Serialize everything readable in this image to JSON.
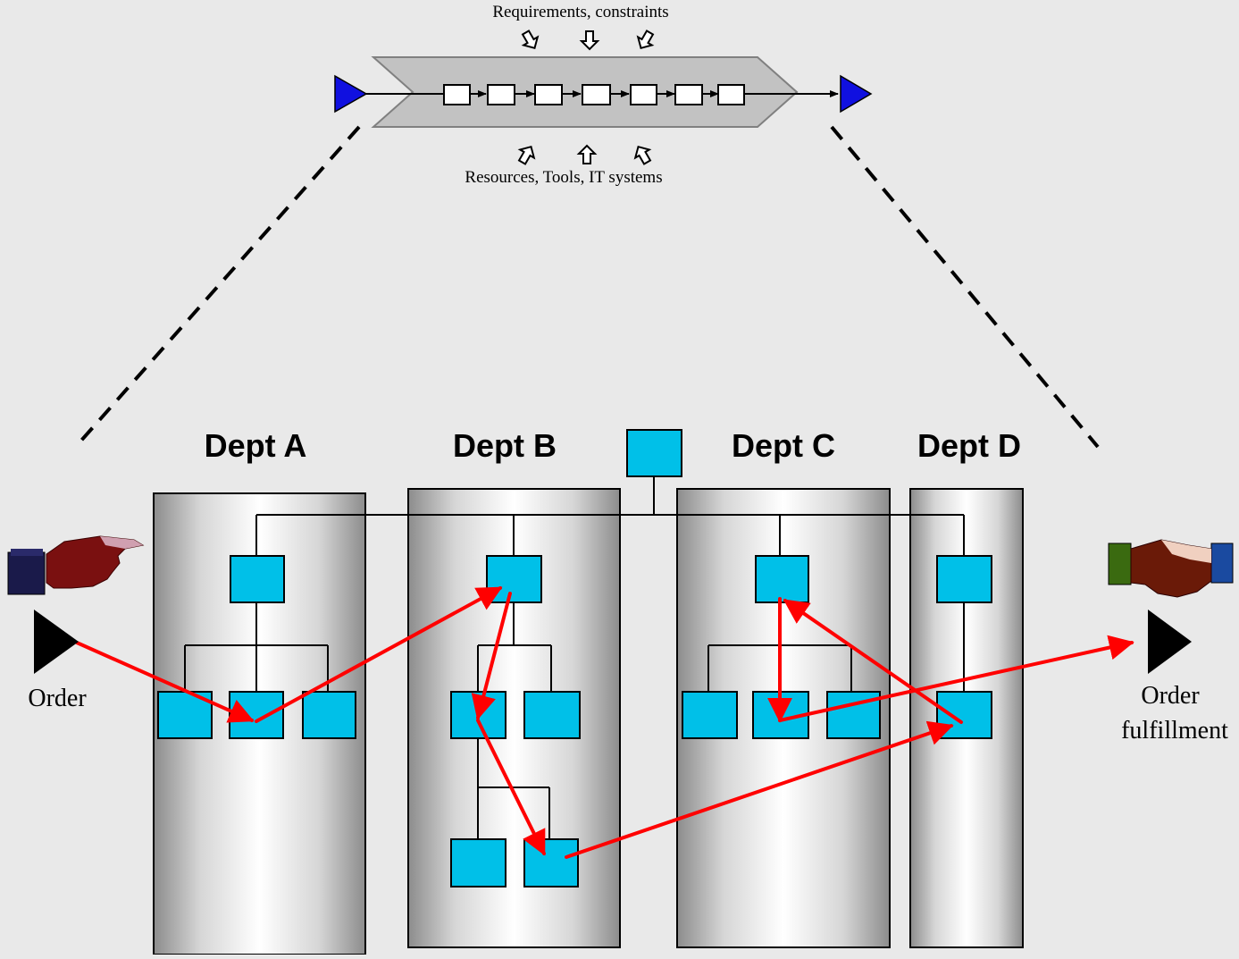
{
  "process": {
    "top_label": "Requirements, constraints",
    "bottom_label": "Resources, Tools, IT systems"
  },
  "departments": [
    "Dept A",
    "Dept B",
    "Dept C",
    "Dept D"
  ],
  "start": {
    "label": "Order"
  },
  "end": {
    "label_line1": "Order",
    "label_line2": "fulfillment"
  },
  "colors": {
    "background": "#e9e9e9",
    "box": "#00c0e8",
    "flow": "#ff0000",
    "process_band": "#c0c0c0",
    "triangle": "#1010e0"
  },
  "icons": {
    "start": "pointing-hand-icon",
    "end": "handshake-icon"
  }
}
